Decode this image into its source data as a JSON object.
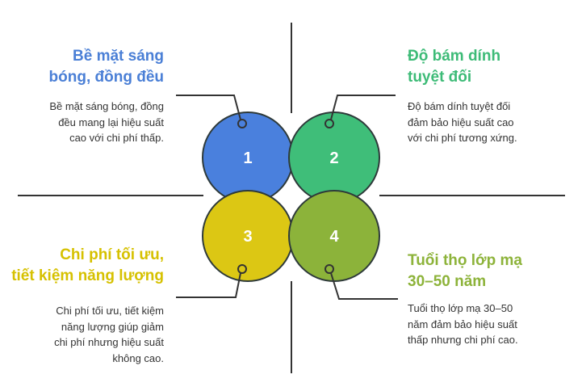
{
  "items": [
    {
      "number": "1",
      "title_line1": "Bề mặt sáng",
      "title_line2": "bóng, đồng đều",
      "body_lines": [
        "Bề mặt sáng bóng, đồng",
        "đều mang lại hiệu suất",
        "cao với chi phí thấp."
      ],
      "color": "#4a80dd"
    },
    {
      "number": "2",
      "title_line1": "Độ bám dính",
      "title_line2": "tuyệt đối",
      "body_lines": [
        "Độ bám dính tuyệt đối",
        "đảm bảo hiệu suất cao",
        "với chi phí tương xứng."
      ],
      "color": "#3fbe79"
    },
    {
      "number": "3",
      "title_line1": "Chi phí tối ưu,",
      "title_line2": "tiết kiệm năng lượng",
      "body_lines": [
        "Chi phí tối ưu, tiết kiệm",
        "năng lượng giúp giảm",
        "chi phí nhưng hiệu suất",
        "không cao."
      ],
      "color": "#dcc714"
    },
    {
      "number": "4",
      "title_line1": "Tuổi thọ lớp mạ",
      "title_line2": "30–50 năm",
      "body_lines": [
        "Tuổi thọ lớp mạ 30–50",
        "năm đảm bảo hiệu suất",
        "thấp nhưng chi phí cao."
      ],
      "color": "#8cb33a"
    }
  ]
}
